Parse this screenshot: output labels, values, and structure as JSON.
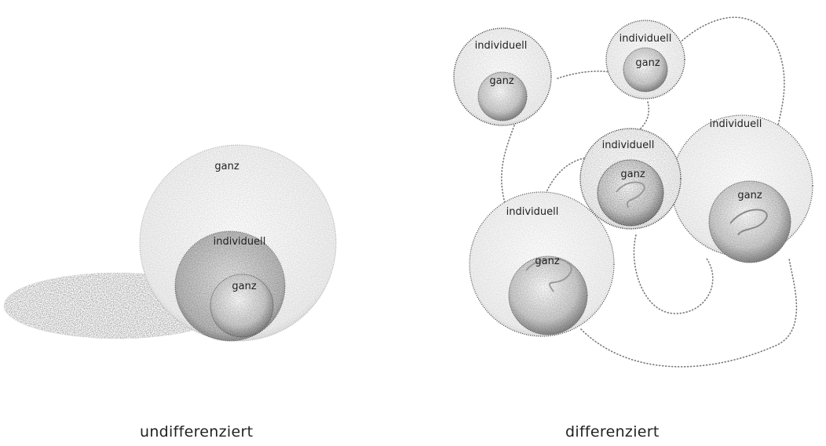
{
  "left": {
    "outer_label": "ganz",
    "middle_label": "individuell",
    "inner_label": "ganz",
    "caption": "undifferenziert"
  },
  "right": {
    "bubbles": [
      {
        "outer_label": "individuell",
        "inner_label": "ganz"
      },
      {
        "outer_label": "individuell",
        "inner_label": "ganz"
      },
      {
        "outer_label": "individuell",
        "inner_label": "ganz"
      },
      {
        "outer_label": "individuell",
        "inner_label": "ganz"
      },
      {
        "outer_label": "individuell",
        "inner_label": "ganz"
      }
    ],
    "caption": "differenziert"
  }
}
